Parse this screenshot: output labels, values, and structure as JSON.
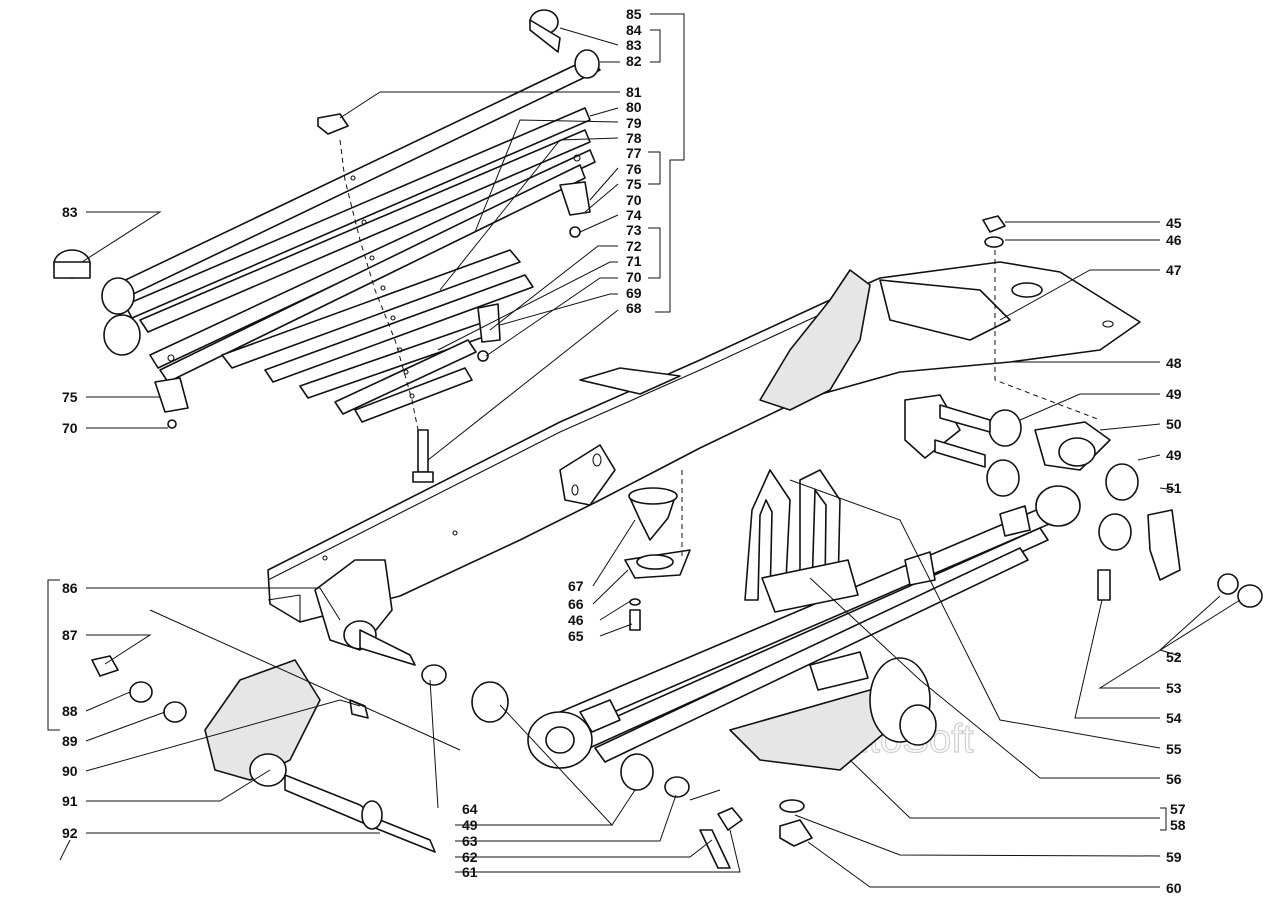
{
  "watermark": "AutoSoft",
  "callouts": {
    "c85": "85",
    "c84": "84",
    "c83a": "83",
    "c82": "82",
    "c81": "81",
    "c80": "80",
    "c79": "79",
    "c78": "78",
    "c77": "77",
    "c76": "76",
    "c75a": "75",
    "c70a": "70",
    "c74": "74",
    "c73": "73",
    "c72": "72",
    "c71": "71",
    "c70b": "70",
    "c69": "69",
    "c68": "68",
    "c83b": "83",
    "c75b": "75",
    "c70c": "70",
    "c45": "45",
    "c46a": "46",
    "c47": "47",
    "c48": "48",
    "c49a": "49",
    "c50": "50",
    "c49b": "49",
    "c51": "51",
    "c52": "52",
    "c53": "53",
    "c54": "54",
    "c55": "55",
    "c56": "56",
    "c57": "57",
    "c58": "58",
    "c59": "59",
    "c60": "60",
    "c67": "67",
    "c66": "66",
    "c46b": "46",
    "c65": "65",
    "c86": "86",
    "c87": "87",
    "c88": "88",
    "c89": "89",
    "c90": "90",
    "c91": "91",
    "c92": "92",
    "c64": "64",
    "c49c": "49",
    "c63": "63",
    "c62": "62",
    "c61": "61"
  }
}
